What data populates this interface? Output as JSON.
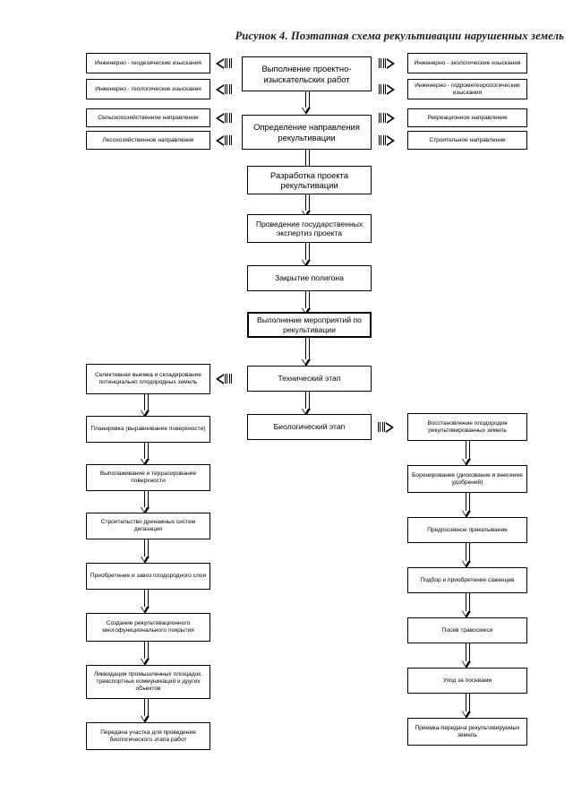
{
  "figure": {
    "title": "Рисунок 4. Поэтапная схема рекультивации нарушенных земель"
  },
  "chart_data": {
    "type": "diagram",
    "title": "Рисунок 4. Поэтапная схема рекультивации нарушенных земель",
    "orientation": "top-to-bottom",
    "columns": [
      "left",
      "center",
      "right"
    ]
  },
  "center_column": {
    "nodes": [
      {
        "id": "c1",
        "label": "Выполнение проектно-изыскательских работ"
      },
      {
        "id": "c2",
        "label": "Определение направления рекультивации"
      },
      {
        "id": "c3",
        "label": "Разработка проекта рекультивации"
      },
      {
        "id": "c4",
        "label": "Проведение государственных экспертиз проекта"
      },
      {
        "id": "c5",
        "label": "Закрытие полигона"
      },
      {
        "id": "c6",
        "label": "Выполнение мероприятий по рекультивации"
      },
      {
        "id": "c7",
        "label": "Технический этап"
      },
      {
        "id": "c8",
        "label": "Биологический этап"
      }
    ]
  },
  "left_column": {
    "survey_nodes": [
      {
        "id": "l1",
        "label": "Инженерно - геодезические изыскания"
      },
      {
        "id": "l2",
        "label": "Инженерно - геологические изыскания"
      }
    ],
    "direction_nodes": [
      {
        "id": "l3",
        "label": "Сельскохозяйственное направление"
      },
      {
        "id": "l4",
        "label": "Лесохозяйственное направление"
      }
    ],
    "technical_stage_nodes": [
      {
        "id": "t1",
        "label": "Селективная выемка и складирование потенциально плодородных земель"
      },
      {
        "id": "t2",
        "label": "Планировка (выравнивание поверхности)"
      },
      {
        "id": "t3",
        "label": "Выполаживание и террасирование поверхности"
      },
      {
        "id": "t4",
        "label": "Строительство дренажных систем дегазации"
      },
      {
        "id": "t5",
        "label": "Приобретение и завоз плодородного слоя"
      },
      {
        "id": "t6",
        "label": "Создание рекультивационного многофункционального покрытия"
      },
      {
        "id": "t7",
        "label": "Ликвидация промышленных площадок, транспортных коммуникаций и других объектов"
      },
      {
        "id": "t8",
        "label": "Передача участка для проведения биологического этапа работ"
      }
    ]
  },
  "right_column": {
    "survey_nodes": [
      {
        "id": "r1",
        "label": "Инженерно - экологические изыскания"
      },
      {
        "id": "r2",
        "label": "Инженерно - гидрометеорологические изыскания"
      }
    ],
    "direction_nodes": [
      {
        "id": "r3",
        "label": "Рекреационное направление"
      },
      {
        "id": "r4",
        "label": "Строительное направление"
      }
    ],
    "biological_stage_nodes": [
      {
        "id": "b1",
        "label": "Восстановление плодородия рекультивированных земель"
      },
      {
        "id": "b2",
        "label": "Боронирование (дискование и внесение удобрений)"
      },
      {
        "id": "b3",
        "label": "Предпосевное прикатывание"
      },
      {
        "id": "b4",
        "label": "Подбор и приобретение саженцев"
      },
      {
        "id": "b5",
        "label": "Посев травосмеси"
      },
      {
        "id": "b6",
        "label": "Уход за посевами"
      },
      {
        "id": "b7",
        "label": "Приемка-передача рекультивируемых земель"
      }
    ]
  }
}
